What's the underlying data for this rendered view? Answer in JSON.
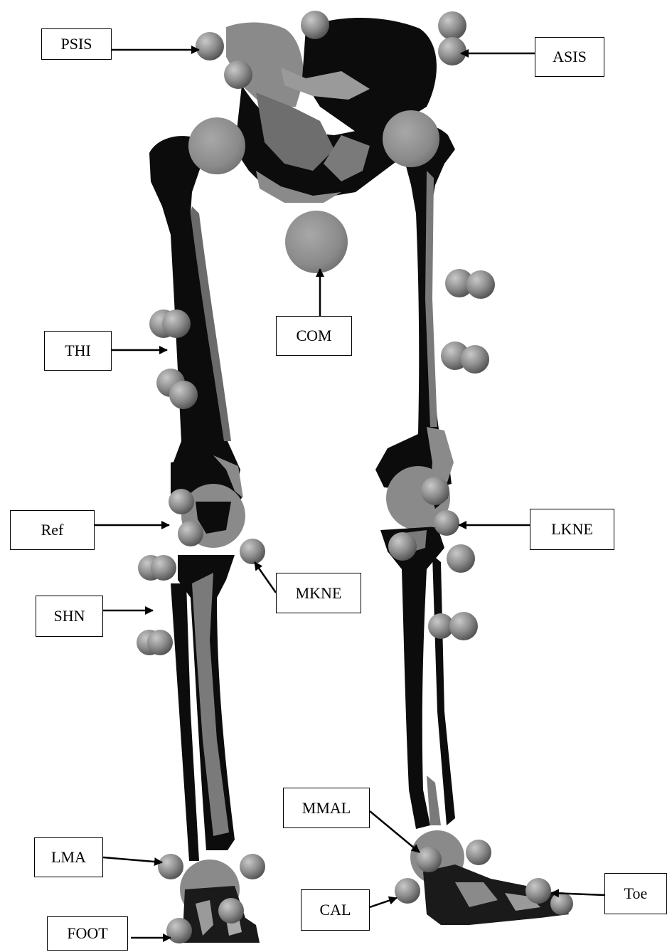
{
  "colors": {
    "bone": "#0c0c0c",
    "bone_highlight": "#8a8a8a",
    "marker_light": "#b8b8b8",
    "marker_dark": "#5a5a5a",
    "arrow": "#000000"
  },
  "labels": {
    "psis": "PSIS",
    "asis": "ASIS",
    "com": "COM",
    "thi": "THI",
    "ref": "Ref",
    "lkne": "LKNE",
    "mkne": "MKNE",
    "shn": "SHN",
    "mmal": "MMAL",
    "lma": "LMA",
    "toe": "Toe",
    "cal": "CAL",
    "foot": "FOOT"
  }
}
